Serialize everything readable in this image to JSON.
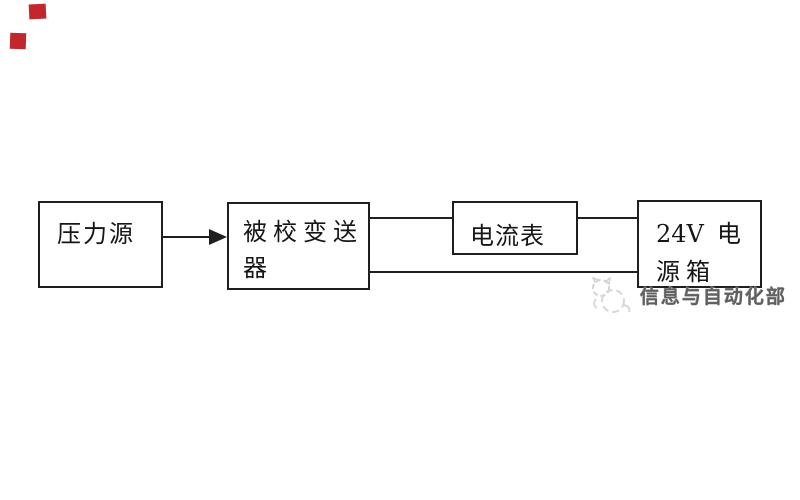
{
  "canvas": {
    "background": "#ffffff",
    "line_color": "#1f1f1f",
    "text_color": "#161616"
  },
  "decorations": {
    "squares": [
      {
        "name": "red-square-top",
        "color": "#c1272d"
      },
      {
        "name": "red-square-bottom",
        "color": "#c1272d"
      }
    ]
  },
  "diagram": {
    "type": "flow-block-diagram",
    "nodes": [
      {
        "id": "pressure-source",
        "label": "压力源"
      },
      {
        "id": "calibrated-transmitter",
        "line1": "被校变送",
        "line2": "器"
      },
      {
        "id": "ammeter",
        "label": "电流表"
      },
      {
        "id": "power-supply-box",
        "line1_left": "24V",
        "line1_right": "电",
        "line2": "源箱"
      }
    ],
    "connections": [
      {
        "from": "pressure-source",
        "to": "calibrated-transmitter",
        "type": "arrow"
      },
      {
        "from": "calibrated-transmitter",
        "to": "ammeter",
        "type": "line"
      },
      {
        "from": "ammeter",
        "to": "power-supply-box",
        "type": "line"
      },
      {
        "from": "calibrated-transmitter",
        "to": "power-supply-box",
        "type": "line"
      }
    ]
  },
  "watermark": {
    "text": "信息与自动化部",
    "logo": "cat-mascot-logo",
    "text_color": "#5f5f5f",
    "logo_color": "#d2d2d2"
  }
}
